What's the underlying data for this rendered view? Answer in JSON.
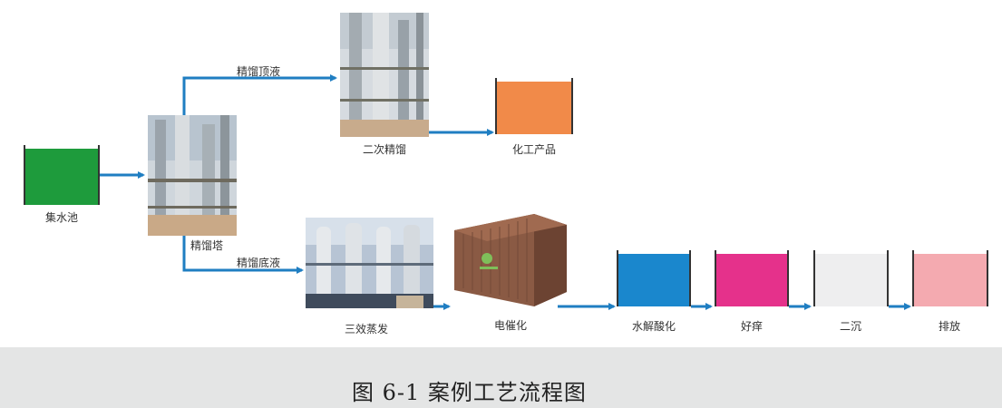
{
  "nodes": {
    "collection_tank": {
      "label": "集水池",
      "color": "#1e9b3c"
    },
    "distill_tower": {
      "label": "精馏塔"
    },
    "secondary_distill": {
      "label": "二次精馏"
    },
    "chemical_product": {
      "label": "化工产品",
      "color": "#f18a49"
    },
    "triple_evaporation": {
      "label": "三效蒸发"
    },
    "electrocatalysis": {
      "label": "电催化"
    },
    "hydrolysis": {
      "label": "水解酸化",
      "color": "#1a87cd"
    },
    "aerobic": {
      "label": "好痒",
      "color": "#e5318b"
    },
    "secondary_settle": {
      "label": "二沉",
      "color": "#eeeeef"
    },
    "discharge": {
      "label": "排放",
      "color": "#f4aab0"
    }
  },
  "edges": {
    "top_stream": {
      "label": "精馏顶液"
    },
    "bottom_stream": {
      "label": "精馏底液"
    }
  },
  "arrow_color": "#1f7ec2",
  "caption": "图 6-1  案例工艺流程图"
}
